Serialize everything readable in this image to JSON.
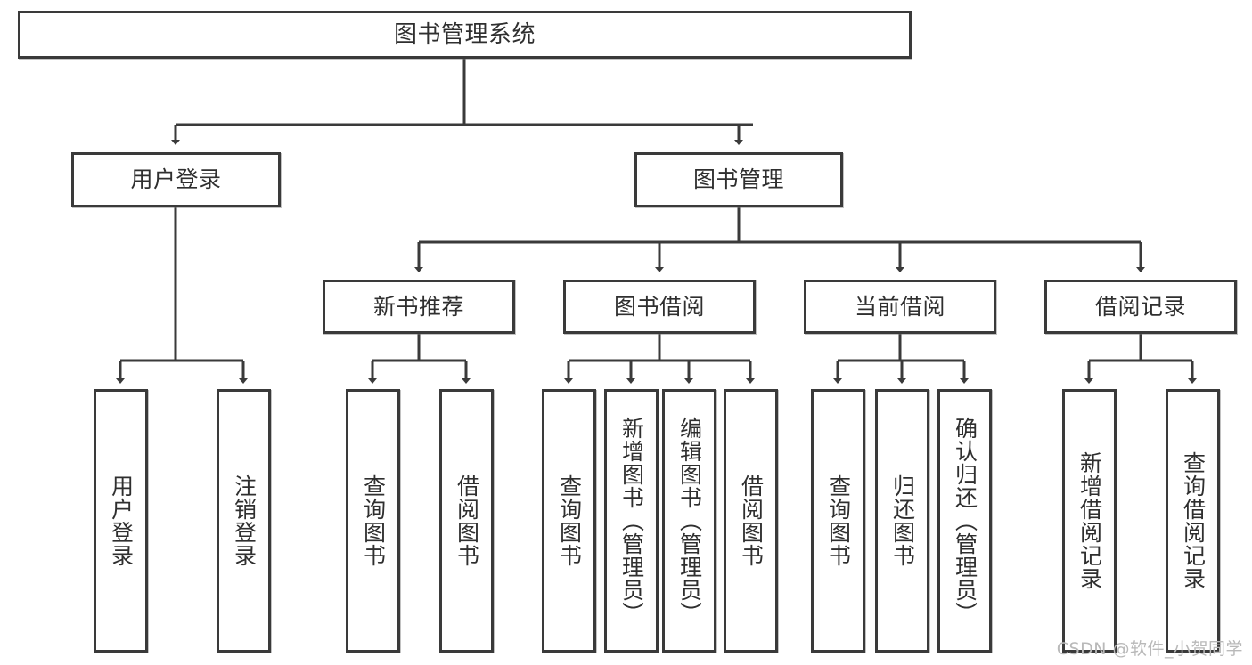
{
  "diagram": {
    "type": "tree",
    "title": "图书管理系统",
    "root": {
      "label": "图书管理系统"
    },
    "level2": [
      {
        "label": "用户登录"
      },
      {
        "label": "图书管理"
      }
    ],
    "level3": [
      {
        "label": "新书推荐"
      },
      {
        "label": "图书借阅"
      },
      {
        "label": "当前借阅"
      },
      {
        "label": "借阅记录"
      }
    ],
    "leaves": {
      "user_login": [
        {
          "label": "用户登录"
        },
        {
          "label": "注销登录"
        }
      ],
      "new_book": [
        {
          "label": "查询图书"
        },
        {
          "label": "借阅图书"
        }
      ],
      "book_borrow": [
        {
          "label": "查询图书"
        },
        {
          "label": "新增图书（管理员）"
        },
        {
          "label": "编辑图书（管理员）"
        },
        {
          "label": "借阅图书"
        }
      ],
      "current_borrow": [
        {
          "label": "查询图书"
        },
        {
          "label": "归还图书"
        },
        {
          "label": "确认归还（管理员）"
        }
      ],
      "borrow_record": [
        {
          "label": "新增借阅记录"
        },
        {
          "label": "查询借阅记录"
        }
      ]
    }
  },
  "watermark": {
    "text": "CSDN @软件_小贺同学"
  },
  "colors": {
    "border": "#3a3a3a",
    "text": "#2f2f2f",
    "background": "#ffffff",
    "watermark": "#b9b9b9"
  }
}
